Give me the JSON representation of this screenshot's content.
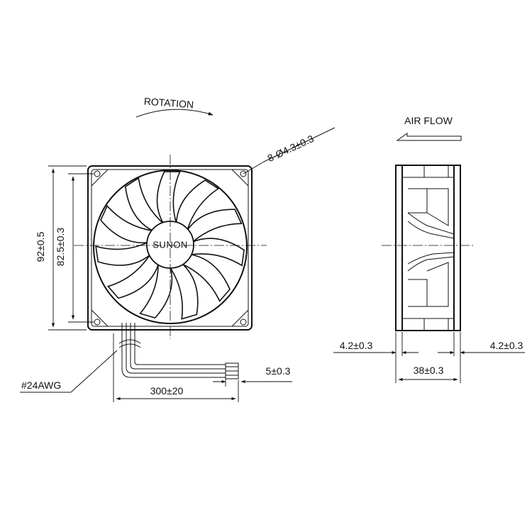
{
  "labels": {
    "rotation": "ROTATION",
    "air_flow": "AIR FLOW",
    "brand": "SUNON",
    "holes": "8-Ø4.3±0.3",
    "outer_size": "92±0.5",
    "hole_pitch": "82.5±0.3",
    "wire_gauge": "#24AWG",
    "lead_length": "300±20",
    "strip_length": "5±0.3",
    "flange_left": "4.2±0.3",
    "flange_right": "4.2±0.3",
    "thickness": "38±0.3"
  }
}
